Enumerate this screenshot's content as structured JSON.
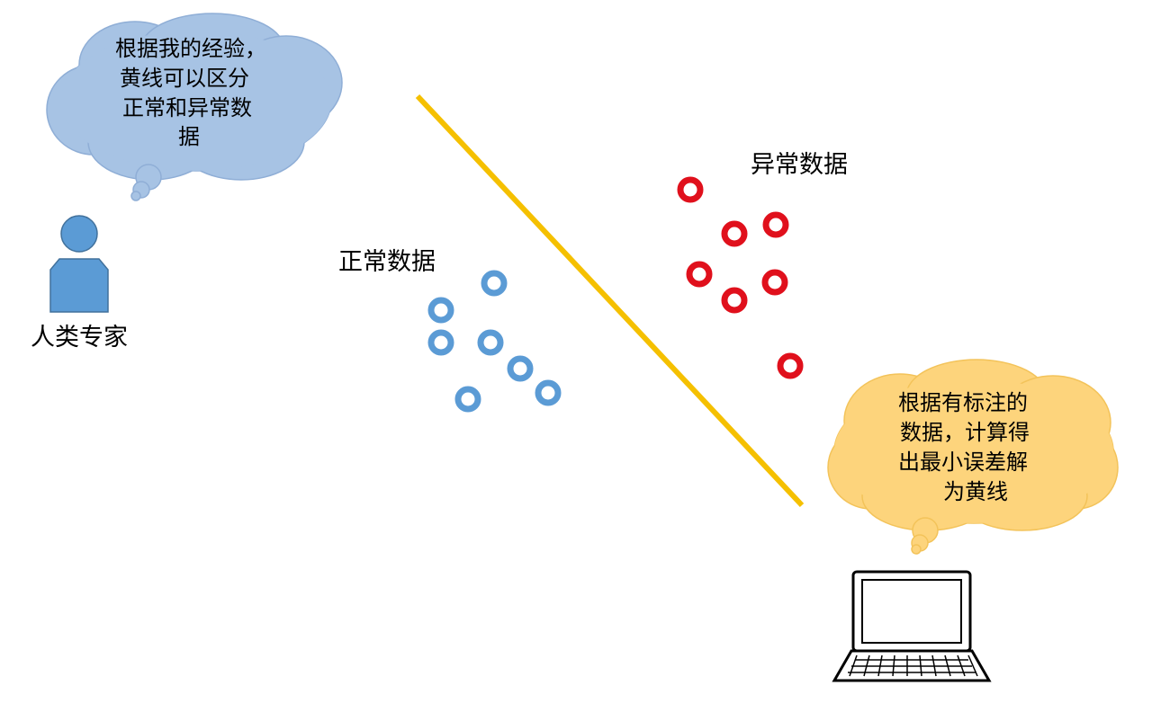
{
  "human_cloud": {
    "lines": [
      "根据我的经验，",
      "黄线可以区分",
      "正常和异常数",
      "据"
    ]
  },
  "human_label": "人类专家",
  "normal_label": "正常数据",
  "abnormal_label": "异常数据",
  "computer_cloud": {
    "lines": [
      "根据有标注的",
      "数据，计算得",
      "出最小误差解",
      "为黄线"
    ]
  },
  "colors": {
    "human_cloud_fill": "#a7c3e4",
    "human_cloud_stroke": "#8faed6",
    "person": "#5b9bd5",
    "person_stroke": "#41719c",
    "normal_point": "#5b9bd5",
    "abnormal_point": "#e0101c",
    "divider_line": "#f5c000",
    "computer_cloud_fill": "#fdd47c",
    "computer_cloud_stroke": "#f3c35a"
  },
  "icons": {
    "person": "person-icon",
    "laptop": "laptop-icon"
  }
}
